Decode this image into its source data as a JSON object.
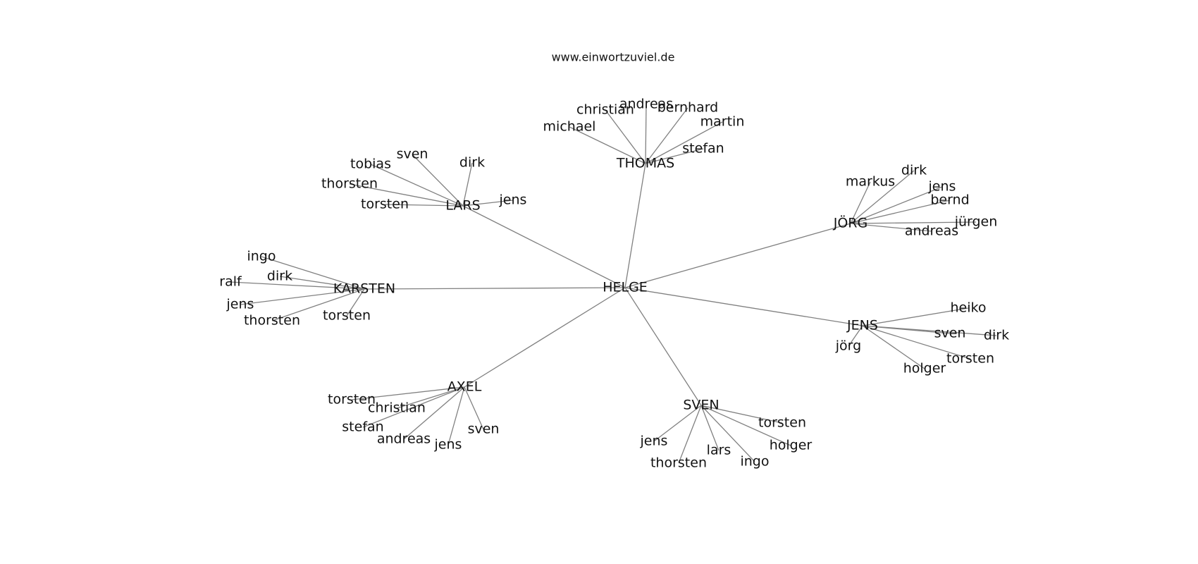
{
  "title": "www.einwortzuviel.de",
  "center": "HELGE",
  "hubs": [
    {
      "id": "thomas",
      "label": "THOMAS",
      "leaves": [
        "michael",
        "christian",
        "andreas",
        "bernhard",
        "martin",
        "stefan"
      ]
    },
    {
      "id": "lars",
      "label": "LARS",
      "leaves": [
        "sven",
        "tobias",
        "thorsten",
        "torsten",
        "dirk",
        "jens"
      ]
    },
    {
      "id": "jorg",
      "label": "JÖRG",
      "leaves": [
        "markus",
        "dirk",
        "jens",
        "bernd",
        "jürgen",
        "andreas"
      ]
    },
    {
      "id": "karsten",
      "label": "KARSTEN",
      "leaves": [
        "ingo",
        "dirk",
        "ralf",
        "jens",
        "thorsten",
        "torsten"
      ]
    },
    {
      "id": "jens",
      "label": "JENS",
      "leaves": [
        "heiko",
        "sven",
        "dirk",
        "jörg",
        "torsten",
        "holger"
      ]
    },
    {
      "id": "axel",
      "label": "AXEL",
      "leaves": [
        "torsten",
        "christian",
        "stefan",
        "andreas",
        "jens",
        "sven"
      ]
    },
    {
      "id": "sven",
      "label": "SVEN",
      "leaves": [
        "torsten",
        "holger",
        "jens",
        "thorsten",
        "lars",
        "ingo"
      ]
    }
  ]
}
